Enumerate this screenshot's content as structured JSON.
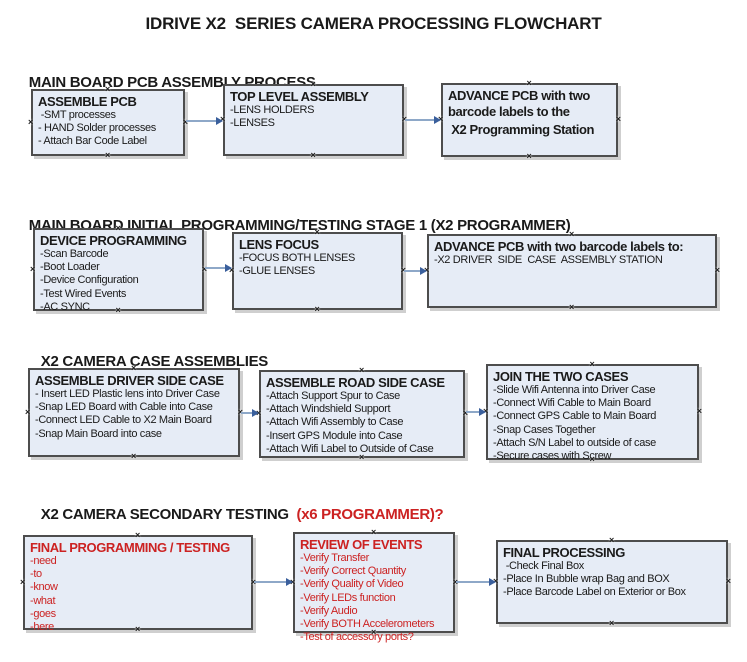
{
  "title": "IDRIVE X2  SERIES CAMERA PROCESSING FLOWCHART",
  "decorations": {
    "connection_marker": "×"
  },
  "colors": {
    "box_fill": "#e6ecf6",
    "box_border": "#4d4d4d",
    "arrow_line": "#8ea8c8",
    "arrow_head": "#3a5f9c",
    "red_text": "#cc2222"
  },
  "sections": [
    {
      "heading": "MAIN BOARD PCB ASSEMBLY PROCESS",
      "boxes": [
        {
          "title": "ASSEMBLE PCB",
          "items": [
            " -SMT processes",
            "- HAND Solder processes",
            "- Attach Bar Code Label"
          ]
        },
        {
          "title": "TOP LEVEL ASSEMBLY",
          "items": [
            "-LENS HOLDERS",
            "-LENSES"
          ]
        },
        {
          "title": "ADVANCE PCB with two",
          "items": [
            "barcode labels to the",
            " X2 Programming Station"
          ]
        }
      ]
    },
    {
      "heading": "MAIN BOARD INITIAL PROGRAMMING/TESTING STAGE 1 (X2 PROGRAMMER)",
      "boxes": [
        {
          "title": "DEVICE PROGRAMMING",
          "items": [
            "-Scan Barcode",
            "-Boot Loader",
            "-Device Configuration",
            "-Test Wired Events",
            "-AC SYNC"
          ]
        },
        {
          "title": "LENS FOCUS",
          "items": [
            "-FOCUS BOTH LENSES",
            "-GLUE LENSES"
          ]
        },
        {
          "title": "ADVANCE PCB with two barcode labels to:",
          "items": [
            "-X2 DRIVER  SIDE  CASE  ASSEMBLY STATION"
          ]
        }
      ]
    },
    {
      "heading": "X2 CAMERA CASE ASSEMBLIES",
      "boxes": [
        {
          "title": "ASSEMBLE DRIVER SIDE CASE",
          "items": [
            "- Insert LED Plastic lens into Driver Case",
            "-Snap LED Board with Cable into Case",
            "-Connect LED Cable to X2 Main Board",
            "-Snap Main Board into case"
          ]
        },
        {
          "title": "ASSEMBLE ROAD SIDE CASE",
          "items": [
            "-Attach Support Spur to Case",
            "-Attach Windshield Support",
            "-Attach Wifi Assembly to Case",
            "-Insert GPS Module into Case",
            "-Attach Wifi Label to Outside of Case"
          ]
        },
        {
          "title": "JOIN THE TWO CASES",
          "items": [
            "-Slide Wifi Antenna into Driver Case",
            "-Connect Wifi Cable to Main Board",
            "-Connect GPS Cable to Main Board",
            "-Snap Cases Together",
            "-Attach S/N Label to outside of case",
            "-Secure cases with Screw"
          ]
        }
      ]
    },
    {
      "heading": "X2 CAMERA SECONDARY TESTING ",
      "heading_suffix": " (x6 PROGRAMMER)?",
      "boxes": [
        {
          "title": "FINAL PROGRAMMING / TESTING",
          "items": [
            "-need",
            "-to",
            "-know",
            "-what",
            "-goes",
            "-here"
          ]
        },
        {
          "title": "REVIEW OF EVENTS",
          "items": [
            "-Verify Transfer",
            "-Verify Correct Quantity",
            "-Verify Quality of Video",
            "-Verify LEDs function",
            "-Verify Audio",
            "-Verify BOTH Accelerometers",
            "-Test of accessory ports?"
          ]
        },
        {
          "title": "FINAL PROCESSING",
          "items": [
            " -Check Final Box",
            "-Place In Bubble wrap Bag and BOX",
            "-Place Barcode Label on Exterior or Box"
          ]
        }
      ]
    }
  ]
}
